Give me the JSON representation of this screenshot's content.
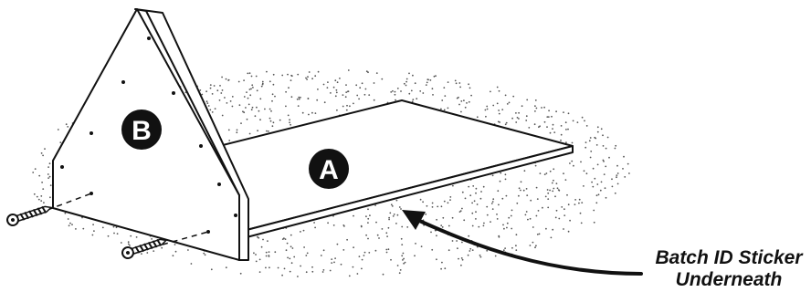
{
  "parts": {
    "shelf_label": "A",
    "side_panel_label": "B"
  },
  "callout": {
    "line1": "Batch ID Sticker",
    "line2": "Underneath"
  },
  "icons": [
    "screw-icon",
    "screw-icon",
    "curved-arrow-icon"
  ]
}
